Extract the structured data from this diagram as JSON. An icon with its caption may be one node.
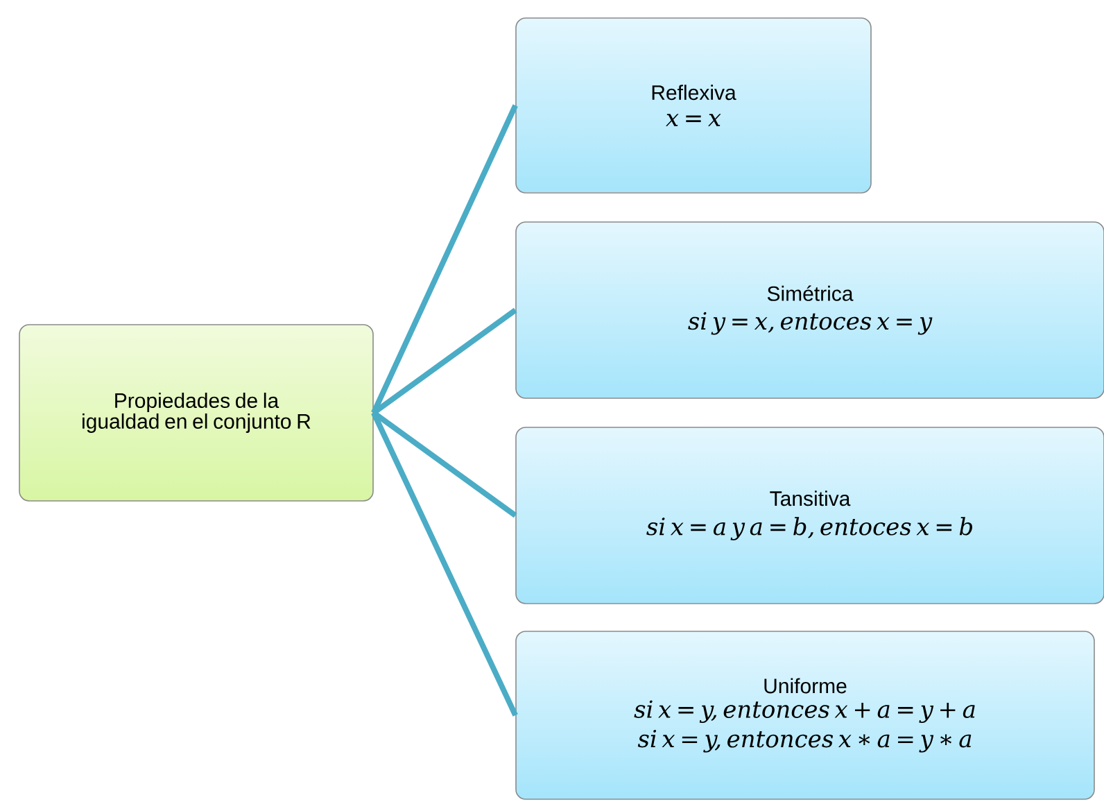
{
  "diagram": {
    "nodes": [
      {
        "text": [
          "Propiedades de la igualdad en el conjunto R"
        ]
      },
      {
        "text": [
          "Reflexiva",
          "x = x"
        ]
      },
      {
        "text": [
          "Simétrica",
          "si y = x, entoces x = y"
        ]
      },
      {
        "text": [
          "Tansitiva",
          "si x = a y a = b, entoces x = b"
        ]
      },
      {
        "text": [
          "Uniforme",
          "si x = y, entonces x + a = y + a",
          "si x = y, entonces x ∗ a = y ∗ a"
        ]
      }
    ],
    "edges": [
      {
        "from": 0,
        "to": 1,
        "arrow": "none"
      },
      {
        "from": 0,
        "to": 2,
        "arrow": "none"
      },
      {
        "from": 0,
        "to": 3,
        "arrow": "none"
      },
      {
        "from": 0,
        "to": 4,
        "arrow": "none"
      }
    ]
  }
}
